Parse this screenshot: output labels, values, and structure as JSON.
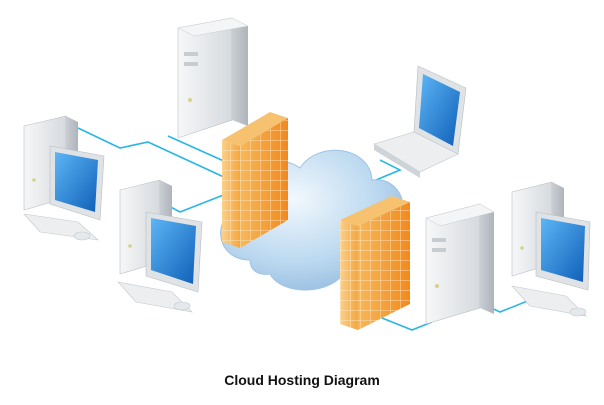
{
  "diagram": {
    "caption": "Cloud Hosting Diagram",
    "nodes": [
      {
        "id": "server-top",
        "icon": "server-tower-icon"
      },
      {
        "id": "desktop-left",
        "icon": "desktop-computer-icon"
      },
      {
        "id": "desktop-center-left",
        "icon": "desktop-computer-icon"
      },
      {
        "id": "laptop",
        "icon": "laptop-icon"
      },
      {
        "id": "server-right",
        "icon": "server-tower-icon"
      },
      {
        "id": "desktop-right",
        "icon": "desktop-computer-icon"
      },
      {
        "id": "cloud",
        "icon": "cloud-icon"
      },
      {
        "id": "firewall-left",
        "icon": "firewall-icon"
      },
      {
        "id": "firewall-right",
        "icon": "firewall-icon"
      }
    ],
    "connections": [
      [
        "desktop-left",
        "firewall-left"
      ],
      [
        "desktop-center-left",
        "firewall-left"
      ],
      [
        "server-top",
        "firewall-left"
      ],
      [
        "laptop",
        "cloud"
      ],
      [
        "firewall-right",
        "server-right"
      ],
      [
        "server-right",
        "desktop-right"
      ]
    ],
    "colors": {
      "link": "#29b6e6",
      "cloud": "#bcd9f0",
      "firewall": "#f4a640",
      "screen": "#1f7fd6",
      "case": "#e6e9ec"
    }
  }
}
